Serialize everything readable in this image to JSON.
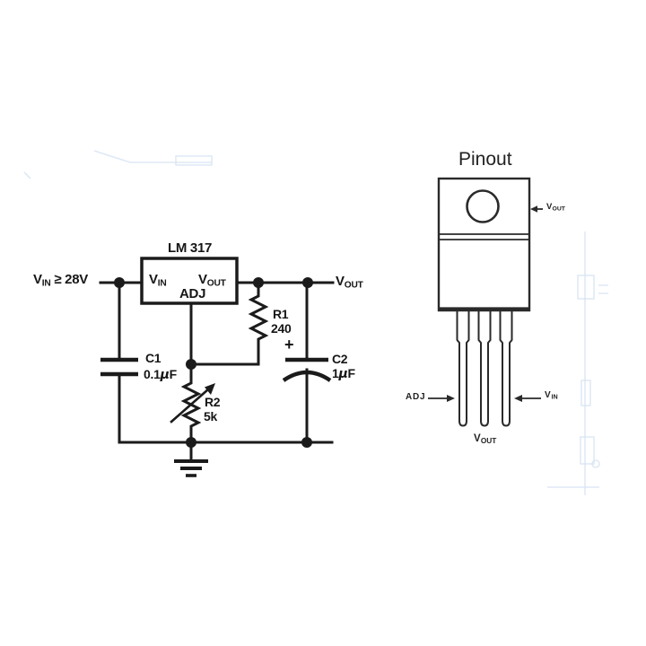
{
  "colors": {
    "ink": "#1b1b1b",
    "pinout_ink": "#2a2a2a",
    "background": "#ffffff",
    "scan_artifact_blue": "#d7e4f2"
  },
  "schematic": {
    "input": {
      "v": "V",
      "sub": "IN",
      "rest": " ≥ 28V"
    },
    "regulator": {
      "title": "LM 317",
      "pin_in": {
        "v": "V",
        "sub": "IN"
      },
      "pin_out": {
        "v": "V",
        "sub": "OUT"
      },
      "pin_adj": "ADJ"
    },
    "output": {
      "v": "V",
      "sub": "OUT"
    },
    "r1": {
      "name": "R1",
      "value": "240"
    },
    "r2": {
      "name": "R2",
      "value": "5k"
    },
    "c1": {
      "name": "C1",
      "value_num": "0.1",
      "value_mu": "μ",
      "value_unit": "F"
    },
    "c2": {
      "name": "C2",
      "plus": "+",
      "value_num": "1",
      "value_mu": "μ",
      "value_unit": "F"
    }
  },
  "pinout": {
    "title": "Pinout",
    "tab": {
      "v": "V",
      "sub": "OUT"
    },
    "adj": "ADJ",
    "vin": {
      "v": "V",
      "sub": "IN"
    },
    "vout": {
      "v": "V",
      "sub": "OUT"
    }
  }
}
